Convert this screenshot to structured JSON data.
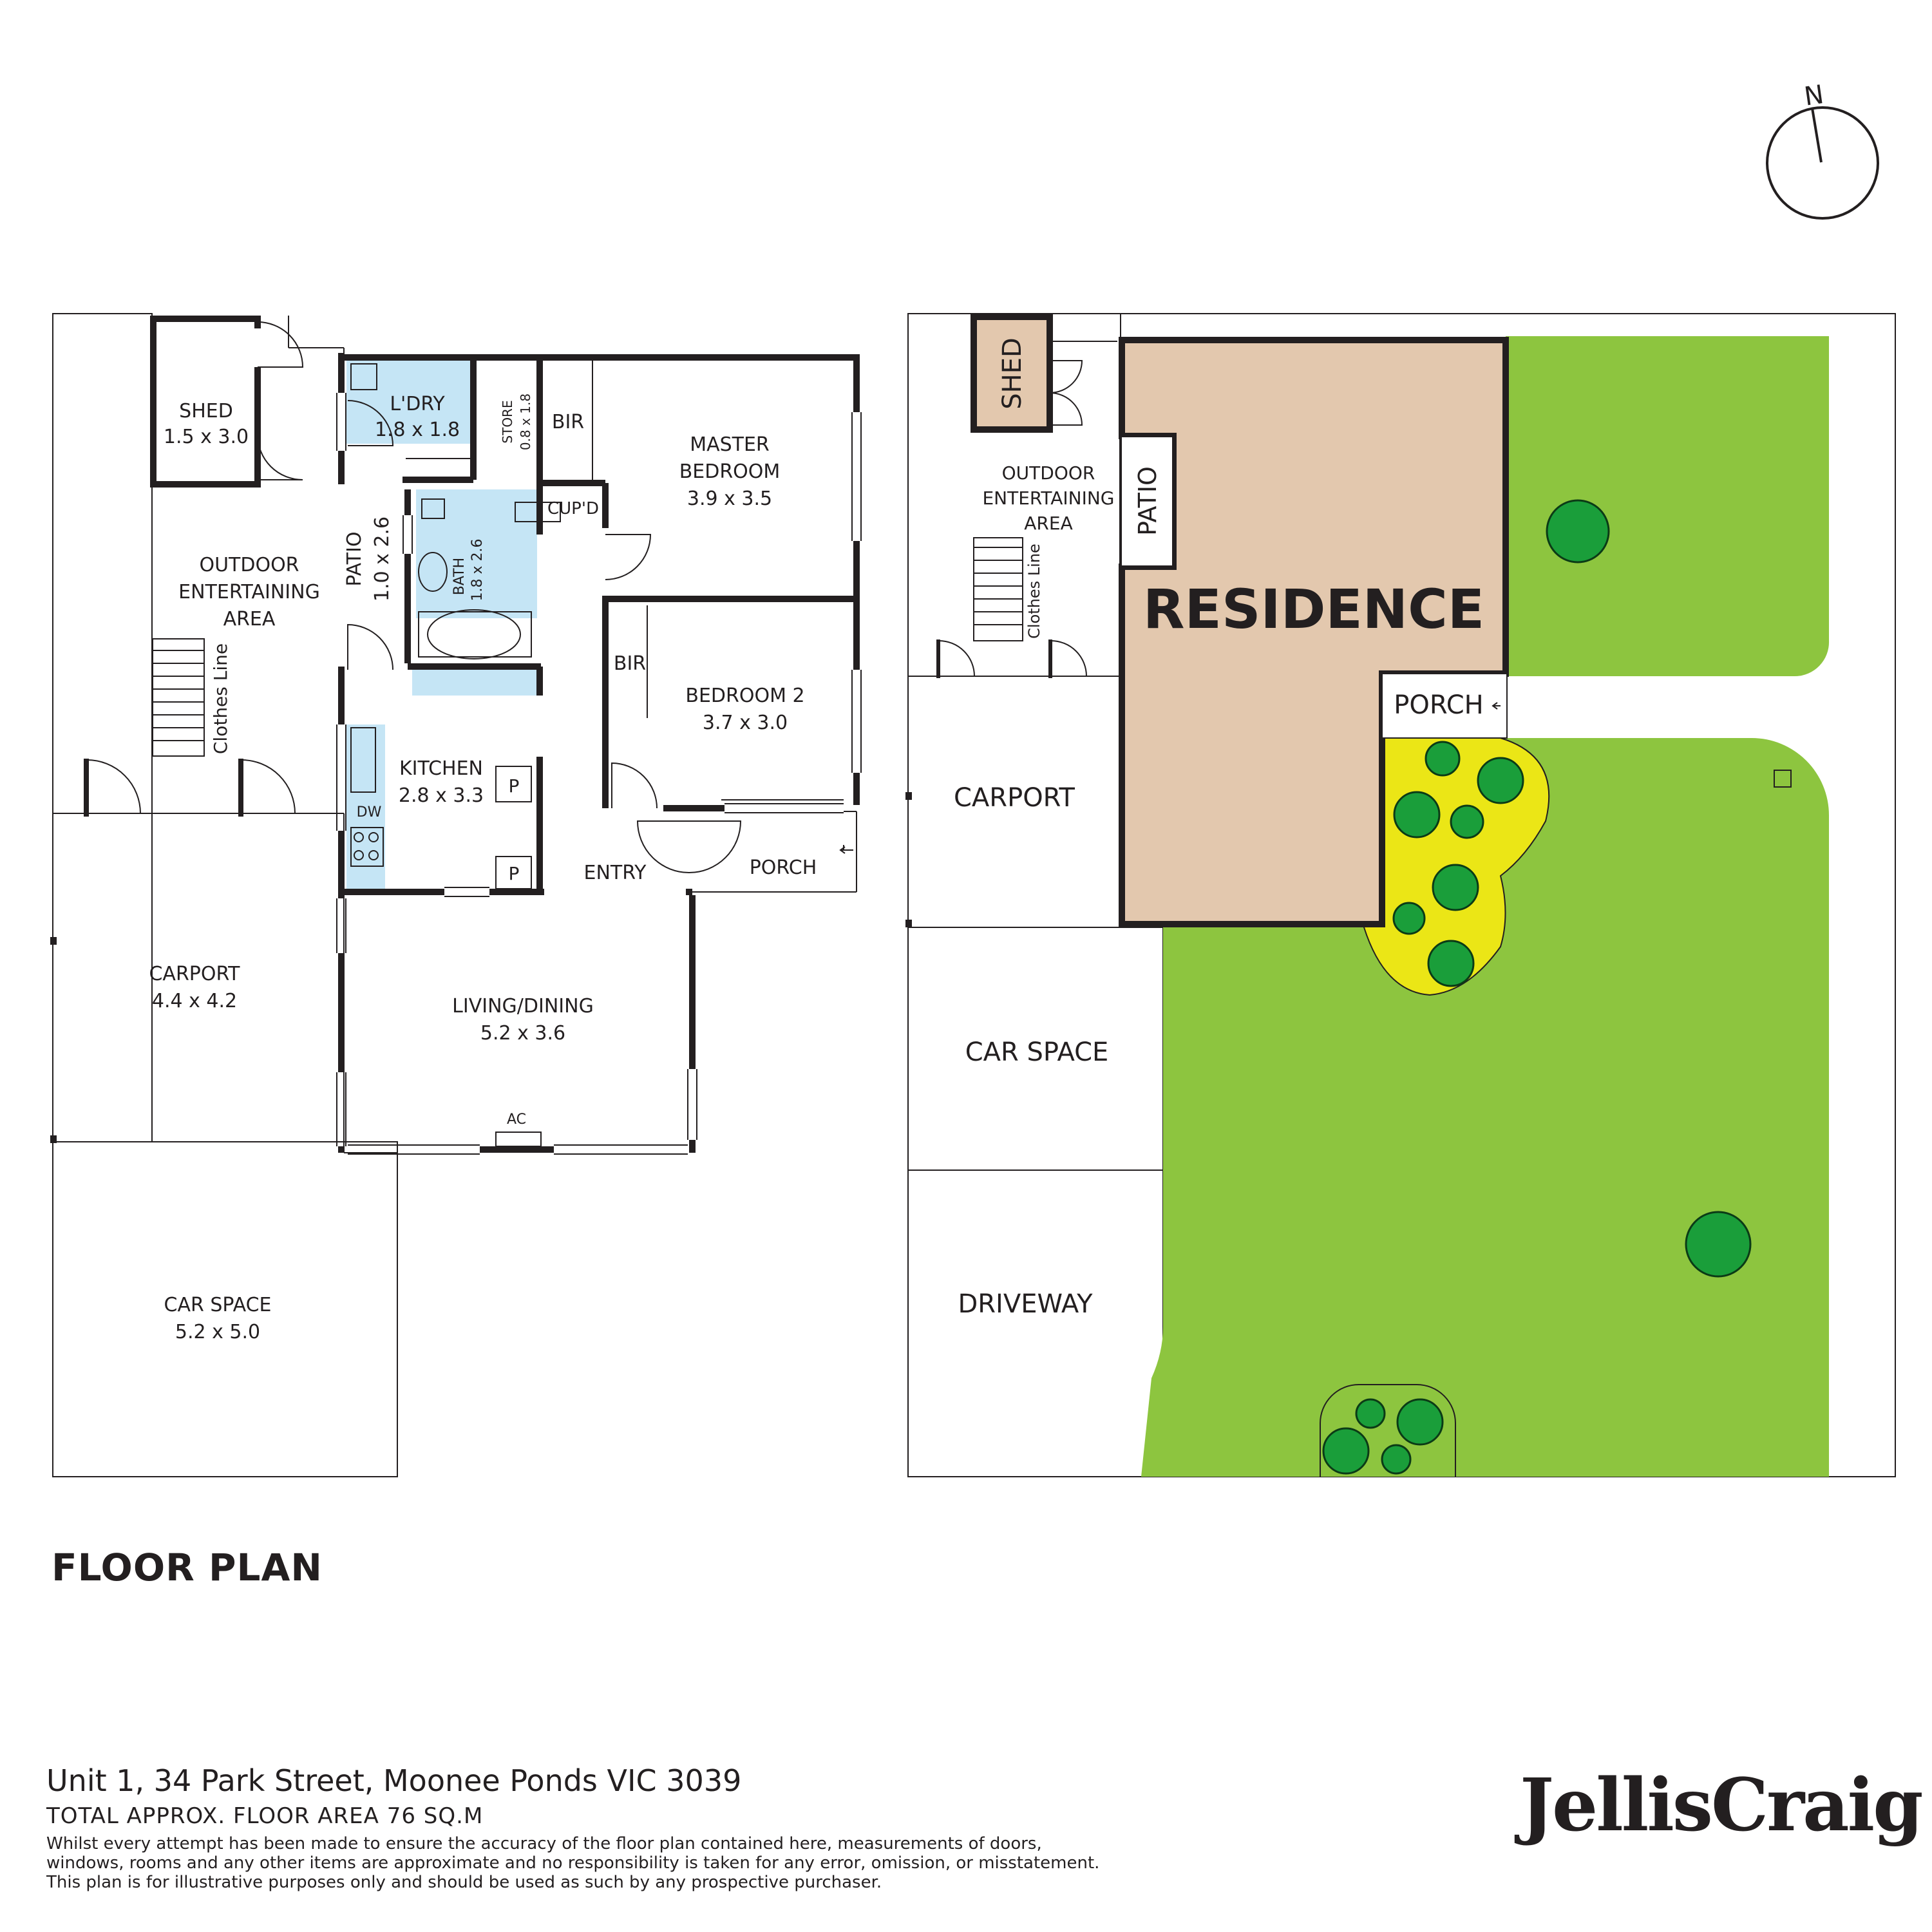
{
  "north_label": "N",
  "plan_rooms": {
    "shed": {
      "name": "SHED",
      "size": "1.5 x 3.0"
    },
    "laundry": {
      "name": "L'DRY",
      "size": "1.8 x 1.8"
    },
    "store": {
      "name": "STORE",
      "size": "0.8 x 1.8"
    },
    "bir_master": "BIR",
    "master_bedroom": {
      "name_line1": "MASTER",
      "name_line2": "BEDROOM",
      "size": "3.9 x 3.5"
    },
    "outdoor_area": {
      "line1": "OUTDOOR",
      "line2": "ENTERTAINING",
      "line3": "AREA"
    },
    "patio": {
      "name": "PATIO",
      "size": "1.0 x 2.6"
    },
    "bath": {
      "name": "BATH",
      "size": "1.8 x 2.6"
    },
    "cupboard": "CUP'D",
    "bir_bed2": "BIR",
    "bedroom2": {
      "name": "BEDROOM 2",
      "size": "3.7 x 3.0"
    },
    "clothes_line": "Clothes Line",
    "kitchen": {
      "name": "KITCHEN",
      "size": "2.8 x 3.3"
    },
    "pantry1": "P",
    "pantry2": "P",
    "dishwasher": "DW",
    "entry": "ENTRY",
    "porch": "PORCH",
    "carport": {
      "name": "CARPORT",
      "size": "4.4 x 4.2"
    },
    "living": {
      "name": "LIVING/DINING",
      "size": "5.2 x 3.6"
    },
    "aircon": "AC",
    "car_space": {
      "name": "CAR SPACE",
      "size": "5.2 x 5.0"
    }
  },
  "site_labels": {
    "shed": "SHED",
    "outdoor_line1": "OUTDOOR",
    "outdoor_line2": "ENTERTAINING",
    "outdoor_line3": "AREA",
    "patio": "PATIO",
    "clothes_line": "Clothes Line",
    "residence": "RESIDENCE",
    "porch": "PORCH",
    "carport": "CARPORT",
    "car_space": "CAR SPACE",
    "driveway": "DRIVEWAY"
  },
  "footer": {
    "heading": "FLOOR PLAN",
    "address": "Unit 1, 34 Park Street, Moonee Ponds VIC 3039",
    "floor_area": "TOTAL APPROX. FLOOR AREA 76 SQ.M",
    "disclaimer_line1": "Whilst every attempt has been made to ensure the accuracy of the floor plan contained here, measurements of doors,",
    "disclaimer_line2": "windows, rooms and any other items are approximate and no responsibility is taken for any error, omission, or misstatement.",
    "disclaimer_line3": "This plan is for illustrative purposes only and should be used as such by any prospective purchaser.",
    "brand": "JellisCraig"
  },
  "colors": {
    "wet_area": "#c5e5f5",
    "residence": "#e3c8ae",
    "lawn": "#8dc53f",
    "garden_bed": "#ebe616",
    "tree": "#1a9e3a",
    "wall": "#231f20"
  }
}
